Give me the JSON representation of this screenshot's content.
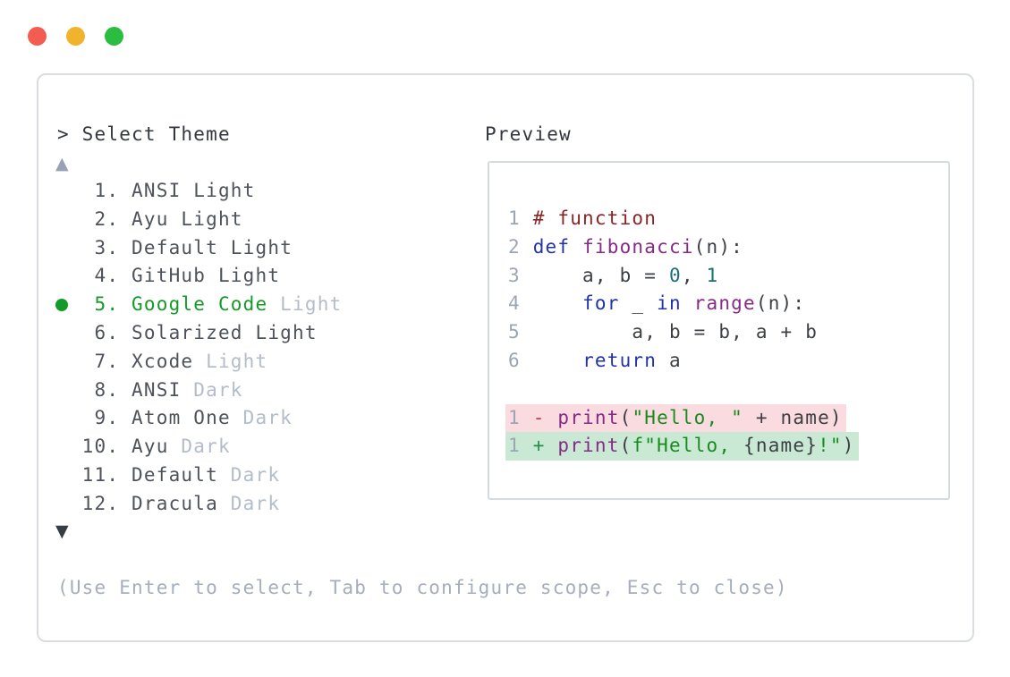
{
  "window": {
    "controls": [
      "close",
      "minimize",
      "zoom"
    ]
  },
  "picker": {
    "title": "> Select Theme",
    "scroll_up_indicator": "▲",
    "scroll_down_indicator": "▼",
    "items": [
      {
        "number": "1",
        "name": "ANSI Light",
        "variant": "",
        "selected": false
      },
      {
        "number": "2",
        "name": "Ayu Light",
        "variant": "",
        "selected": false
      },
      {
        "number": "3",
        "name": "Default Light",
        "variant": "",
        "selected": false
      },
      {
        "number": "4",
        "name": "GitHub Light",
        "variant": "",
        "selected": false
      },
      {
        "number": "5",
        "name": "Google Code",
        "variant": "Light",
        "selected": true
      },
      {
        "number": "6",
        "name": "Solarized Light",
        "variant": "",
        "selected": false
      },
      {
        "number": "7",
        "name": "Xcode",
        "variant": "Light",
        "selected": false
      },
      {
        "number": "8",
        "name": "ANSI",
        "variant": "Dark",
        "selected": false
      },
      {
        "number": "9",
        "name": "Atom One",
        "variant": "Dark",
        "selected": false
      },
      {
        "number": "10",
        "name": "Ayu",
        "variant": "Dark",
        "selected": false
      },
      {
        "number": "11",
        "name": "Default",
        "variant": "Dark",
        "selected": false
      },
      {
        "number": "12",
        "name": "Dracula",
        "variant": "Dark",
        "selected": false
      }
    ],
    "help": "(Use Enter to select, Tab to configure scope, Esc to close)"
  },
  "preview": {
    "label": "Preview",
    "code_lines": [
      {
        "diff": "",
        "tokens": [
          [
            "ln",
            "1 "
          ],
          [
            "cm",
            "# function"
          ]
        ]
      },
      {
        "diff": "",
        "tokens": [
          [
            "ln",
            "2 "
          ],
          [
            "kw",
            "def"
          ],
          [
            "pl",
            " "
          ],
          [
            "fn",
            "fibonacci"
          ],
          [
            "pl",
            "(n):"
          ]
        ]
      },
      {
        "diff": "",
        "tokens": [
          [
            "ln",
            "3 "
          ],
          [
            "pl",
            "    a, b = "
          ],
          [
            "nm",
            "0"
          ],
          [
            "pl",
            ", "
          ],
          [
            "nm",
            "1"
          ]
        ]
      },
      {
        "diff": "",
        "tokens": [
          [
            "ln",
            "4 "
          ],
          [
            "pl",
            "    "
          ],
          [
            "kw",
            "for"
          ],
          [
            "pl",
            " _ "
          ],
          [
            "kw",
            "in"
          ],
          [
            "pl",
            " "
          ],
          [
            "fn",
            "range"
          ],
          [
            "pl",
            "(n):"
          ]
        ]
      },
      {
        "diff": "",
        "tokens": [
          [
            "ln",
            "5 "
          ],
          [
            "pl",
            "        a, b = b, a + b"
          ]
        ]
      },
      {
        "diff": "",
        "tokens": [
          [
            "ln",
            "6 "
          ],
          [
            "pl",
            "    "
          ],
          [
            "kw",
            "return"
          ],
          [
            "pl",
            " a"
          ]
        ]
      },
      {
        "diff": "",
        "tokens": []
      },
      {
        "diff": "removed",
        "tokens": [
          [
            "ln",
            "1 "
          ],
          [
            "del",
            "- "
          ],
          [
            "fn",
            "print"
          ],
          [
            "pl",
            "("
          ],
          [
            "st",
            "\"Hello, \""
          ],
          [
            "pl",
            " + name)"
          ]
        ]
      },
      {
        "diff": "added",
        "tokens": [
          [
            "ln",
            "1 "
          ],
          [
            "add",
            "+ "
          ],
          [
            "fn",
            "print"
          ],
          [
            "pl",
            "("
          ],
          [
            "st",
            "f\"Hello, "
          ],
          [
            "pl",
            "{name}"
          ],
          [
            "st",
            "!\""
          ],
          [
            "pl",
            ")"
          ]
        ]
      }
    ]
  },
  "colors": {
    "accent_green": "#149b27",
    "muted": "#b4bcca",
    "text_dark": "#33373e",
    "text_list": "#4e535b",
    "help_text": "#a6aebd",
    "panel_border": "#d9dce2",
    "preview_border": "#d5d9e0",
    "line_number": "#9ca5b4",
    "code_plain": "#3c4045",
    "code_keyword": "#2233aa",
    "code_comment": "#8a2525",
    "code_function": "#862a88",
    "code_number": "#176f6f",
    "code_string": "#188a1e",
    "diff_minus": "#c53a4a",
    "diff_plus": "#219147",
    "diff_removed_bg": "#fadbe0",
    "diff_added_bg": "#c9e9d5",
    "scroll_up": "#98a2b6",
    "scroll_down": "#383c43",
    "traffic_red": "#f25c51",
    "traffic_yellow": "#f2b32c",
    "traffic_green": "#2bbd3f"
  }
}
